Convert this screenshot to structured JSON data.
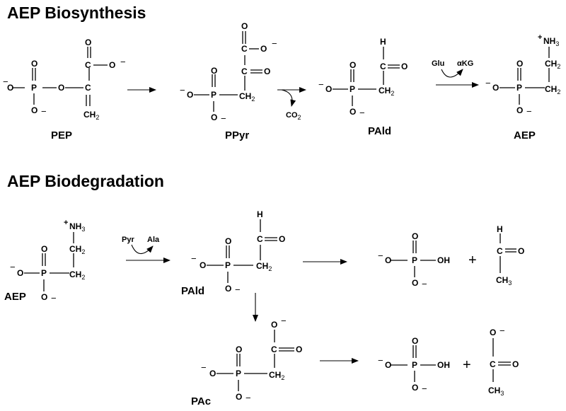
{
  "sections": {
    "biosynthesis_title": "AEP Biosynthesis",
    "biodegradation_title": "AEP Biodegradation"
  },
  "compounds": {
    "pep": "PEP",
    "ppyr": "PPyr",
    "pald": "PAld",
    "aep": "AEP",
    "pac": "PAc"
  },
  "cofactors": {
    "co2": "CO",
    "co2_sub": "2",
    "glu": "Glu",
    "akg": "αKG",
    "pyr": "Pyr",
    "ala": "Ala"
  },
  "atoms": {
    "P": "P",
    "O": "O",
    "C": "C",
    "H": "H",
    "OH": "OH",
    "NH": "NH",
    "NH_sub": "3",
    "CH": "CH",
    "CH2_sub": "2",
    "CH3_sub": "3",
    "minus": "−",
    "plus": "+",
    "reaction_plus": "+"
  }
}
